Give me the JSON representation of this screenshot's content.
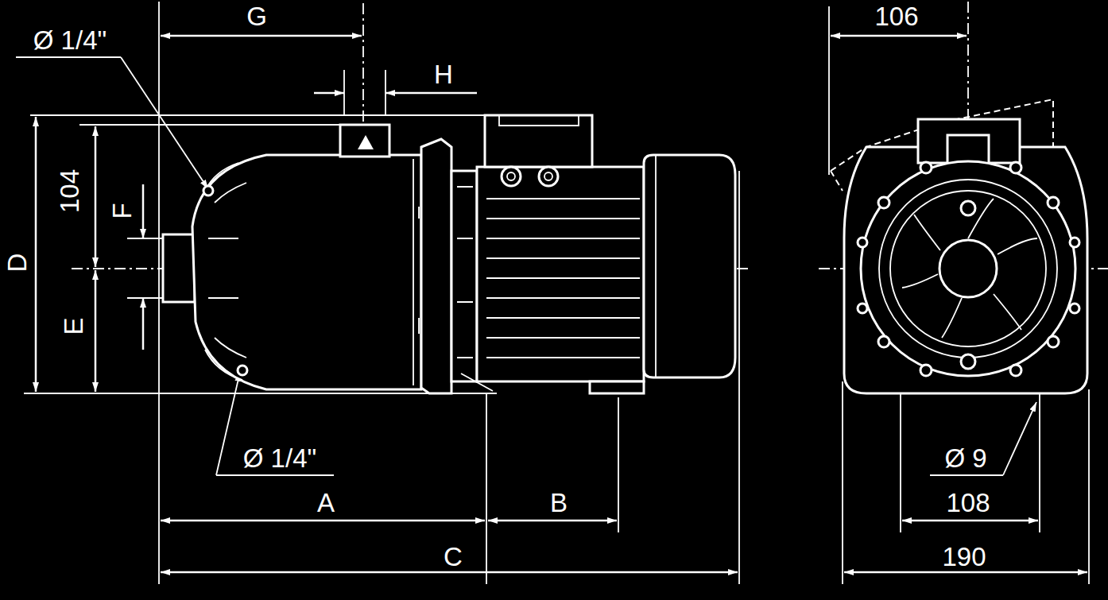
{
  "diagram": {
    "labels": [
      "G",
      "Ø 1/4\"",
      "H",
      "104",
      "F",
      "D",
      "E",
      "Ø 1/4\"",
      "A",
      "B",
      "C",
      "106",
      "Ø 9",
      "108",
      "190"
    ]
  }
}
